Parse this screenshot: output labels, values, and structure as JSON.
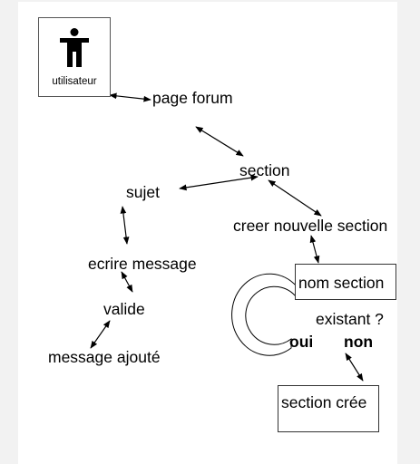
{
  "diagram": {
    "actor": {
      "icon": "person-standing-icon",
      "label": "utilisateur"
    },
    "nodes": {
      "page_forum": "page forum",
      "section": "section",
      "sujet": "sujet",
      "creer_section": "creer nouvelle section",
      "ecrire_message": "ecrire message",
      "nom_section": "nom section",
      "valide": "valide",
      "existant": "existant ?",
      "oui": "oui",
      "non": "non",
      "message_ajoute": "message ajouté",
      "section_creee": "section crée"
    },
    "edges": [
      {
        "from": "utilisateur",
        "to": "page forum",
        "arrows": "both"
      },
      {
        "from": "page forum",
        "to": "section",
        "arrows": "both"
      },
      {
        "from": "section",
        "to": "sujet",
        "arrows": "both"
      },
      {
        "from": "section",
        "to": "creer nouvelle section",
        "arrows": "both"
      },
      {
        "from": "sujet",
        "to": "ecrire message",
        "arrows": "both"
      },
      {
        "from": "creer nouvelle section",
        "to": "nom section",
        "arrows": "both"
      },
      {
        "from": "ecrire message",
        "to": "valide",
        "arrows": "both"
      },
      {
        "from": "valide",
        "to": "message ajouté",
        "arrows": "both"
      },
      {
        "from": "non",
        "to": "section crée",
        "arrows": "both"
      },
      {
        "from": "oui",
        "to": "nom section",
        "arrows": "loop"
      }
    ],
    "colors": {
      "line": "#000000",
      "box_border": "#333333",
      "background": "#ffffff",
      "outside": "#f2f2f2"
    }
  }
}
